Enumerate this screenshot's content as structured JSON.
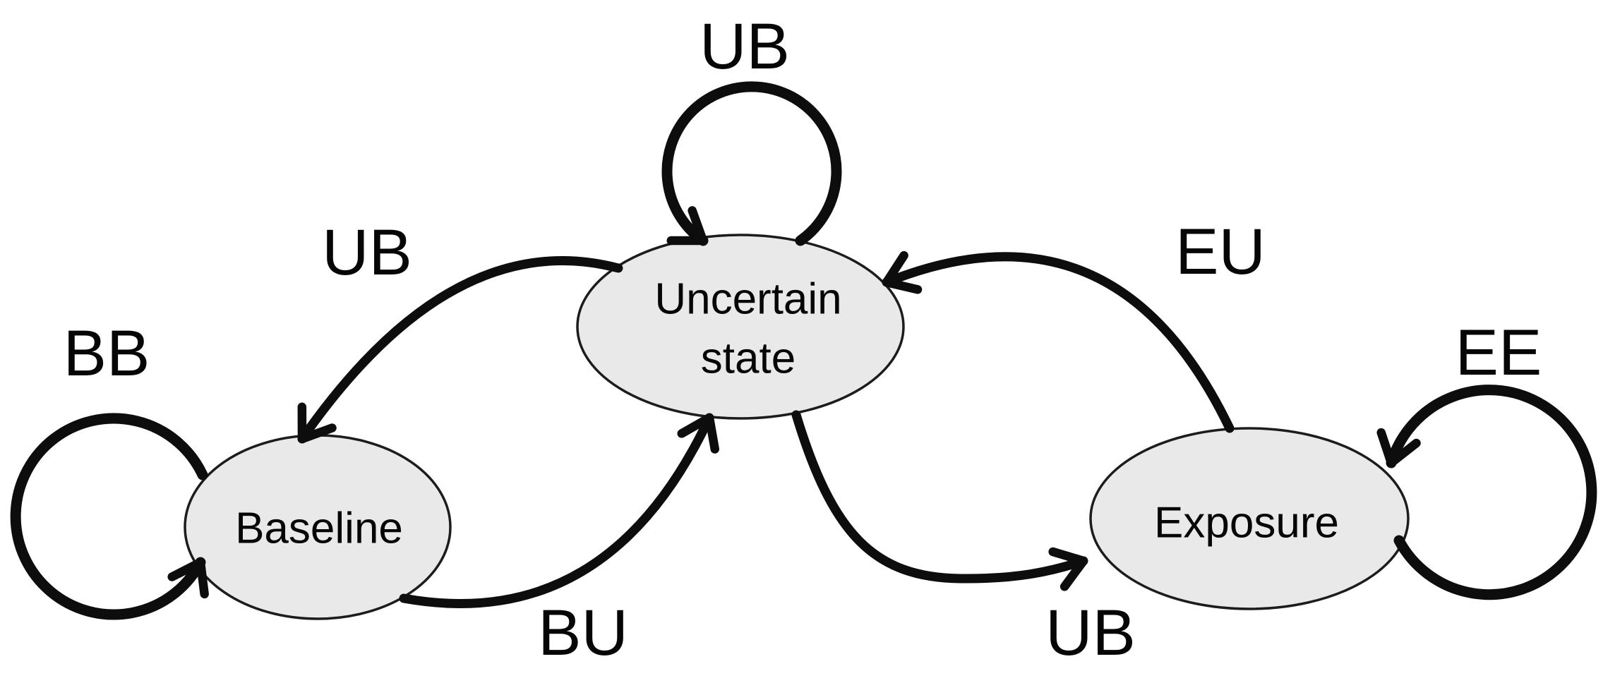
{
  "colors": {
    "background": "#ffffff",
    "node_fill": "#e9e9e9",
    "node_stroke": "#1c1c1c",
    "arrow": "#0d0d0d",
    "text": "#060606"
  },
  "nodes": {
    "uncertain": {
      "line1": "Uncertain",
      "line2": "state"
    },
    "baseline": {
      "label": "Baseline"
    },
    "exposure": {
      "label": "Exposure"
    }
  },
  "edges": {
    "uncertain_self": {
      "label": "UB"
    },
    "uncertain_to_baseline": {
      "label": "UB"
    },
    "baseline_self": {
      "label": "BB"
    },
    "baseline_to_uncertain": {
      "label": "BU"
    },
    "uncertain_to_exposure": {
      "label": "UB"
    },
    "exposure_to_uncertain": {
      "label": "EU"
    },
    "exposure_self": {
      "label": "EE"
    }
  }
}
